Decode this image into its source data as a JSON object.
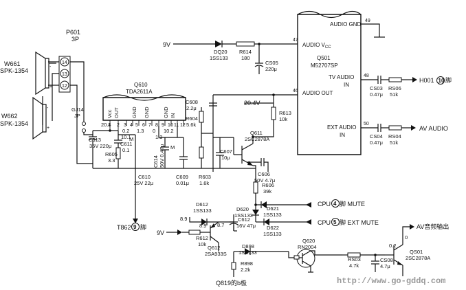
{
  "q501": {
    "name": "Q501",
    "part": "M52707SP",
    "audio_gnd": "AUDIO GND",
    "audio_vcc": "AUDIO V",
    "vcc_sub": "CC",
    "audio_out": "AUDIO OUT",
    "tv_audio_1": "TV AUDIO",
    "tv_audio_2": "IN",
    "ext_audio_1": "EXT AUDIO",
    "ext_audio_2": "IN",
    "pin_49": "49",
    "pin_47": "47",
    "pin_46": "46",
    "pin_48": "48",
    "pin_50": "50"
  },
  "q610": {
    "name": "Q610",
    "part": "TDA2611A",
    "pin_vcc": "Vcc",
    "pin_out": "OUT",
    "pin_gnd1": "GND",
    "pin_gnd2": "GND",
    "pin_gnd3": "GND",
    "pin_in": "IN",
    "num_1": "1",
    "num_2": "2",
    "num_3": "3",
    "num_4": "4",
    "num_5": "5",
    "num_6": "6",
    "num_7": "7",
    "num_8": "8",
    "num_9": "9",
    "num_10": "10",
    "num_11": "11",
    "num_12": "12",
    "v_204": "20.4",
    "v_02": "0.2",
    "v_13": "1.3",
    "v_0": "0",
    "v_102": "10.2",
    "v_101": "10.1",
    "v_13b": "1.3"
  },
  "speakers": {
    "w661": "W661",
    "w661_spk": "SPK-1354",
    "w662": "W662",
    "w662_spk": "SPK-1354"
  },
  "p601": {
    "name": "P601",
    "pins": "3P",
    "p14": "14",
    "p13": "13",
    "p12": "12"
  },
  "gj14": {
    "name": "GJ14",
    "sub": "JP"
  },
  "supply": {
    "v9_top": "9V",
    "v9_bot": "9V",
    "v204": "20.4V"
  },
  "dq20": {
    "name": "DQ20",
    "part": "1SS133"
  },
  "r614": {
    "name": "R614",
    "value": "180"
  },
  "cs05": {
    "name": "CS05",
    "value": "220μ"
  },
  "c608": {
    "name": "C608",
    "value": "2.2μ"
  },
  "r604": {
    "name": "R604",
    "value": "5.6k"
  },
  "r613": {
    "name": "R613",
    "value": "10k"
  },
  "q611": {
    "name": "Q611",
    "part": "2SC2878A"
  },
  "c613": {
    "name": "C613",
    "value": "35V 220μ"
  },
  "c611": {
    "name": "C611",
    "value": "0.1"
  },
  "r605": {
    "name": "R605",
    "value": "3.3"
  },
  "c614": {
    "name": "C614",
    "value": "50V 0.47μ"
  },
  "m_mark_1": "M",
  "m_mark_2": "M",
  "c607": {
    "name": "C607",
    "value": "10μ"
  },
  "c610": {
    "name": "C610",
    "value": "25V 22μ"
  },
  "c609": {
    "name": "C609",
    "value": "0.01μ"
  },
  "r603": {
    "name": "R603",
    "value": "1.6k"
  },
  "c606": {
    "name": "C606",
    "value": "50V 4.7μ"
  },
  "r606": {
    "name": "R606",
    "value": "39k"
  },
  "cs03": {
    "name": "CS03",
    "value": "0.47μ"
  },
  "rs06": {
    "name": "RS06",
    "value": "51k"
  },
  "cs04": {
    "name": "CS04",
    "value": "0.47μ"
  },
  "rs04": {
    "name": "RS04",
    "value": "51k"
  },
  "h001": {
    "text": "H001",
    "num": "10",
    "suffix": "脚"
  },
  "av_audio": "AV AUDIO",
  "t862": {
    "text": "T862",
    "num": "9",
    "suffix": "脚"
  },
  "d612": {
    "name": "D612",
    "part": "1SS133"
  },
  "d620": {
    "name": "D620",
    "part": "1SS133"
  },
  "d621": {
    "name": "D621",
    "part": "1SS133"
  },
  "d622": {
    "name": "D622",
    "part": "1SS133"
  },
  "c612": {
    "name": "C612",
    "value": "16V 47μ"
  },
  "r612": {
    "name": "R612",
    "value": "10k"
  },
  "q612": {
    "name": "Q612",
    "part": "2SA933S"
  },
  "d898": {
    "name": "D898",
    "part": "1SS133"
  },
  "r898": {
    "name": "R898",
    "value": "2.2k"
  },
  "q620": {
    "name": "Q620",
    "part": "RN2004"
  },
  "rs03": {
    "name": "RS03",
    "value": "4.7k"
  },
  "cs08": {
    "name": "CS08",
    "value": "4.7μ"
  },
  "qs01": {
    "name": "QS01",
    "part": "2SC2878A"
  },
  "volts": {
    "v89a": "8.9",
    "v89b": "8.9",
    "v87": "8.7",
    "v02": "0.2",
    "v0": "0"
  },
  "cpu_mute": {
    "prefix": "CPU",
    "num": "4",
    "suffix": "脚 MUTE"
  },
  "cpu_ext_mute": {
    "prefix": "CPU",
    "num": "5",
    "suffix": "脚 EXT MUTE"
  },
  "av_out": "AV音频输出",
  "q819": "Q819的b极",
  "watermark": "http://www.go-gddq.com"
}
